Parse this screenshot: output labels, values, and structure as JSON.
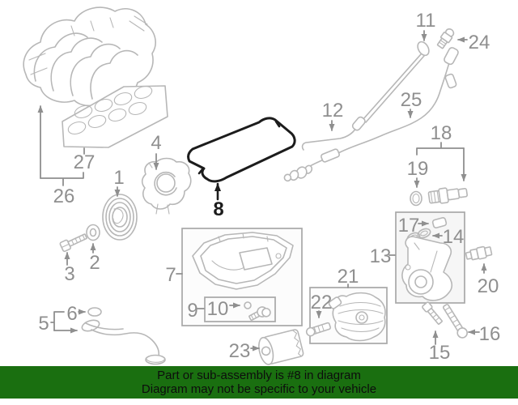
{
  "banner": {
    "line1": "Part or sub-assembly is #8 in diagram",
    "line2": "Diagram may not be specific to your vehicle"
  },
  "highlighted_callout": "8",
  "callouts": [
    "1",
    "2",
    "3",
    "4",
    "5",
    "6",
    "7",
    "8",
    "9",
    "10",
    "11",
    "12",
    "13",
    "14",
    "15",
    "16",
    "17",
    "18",
    "19",
    "20",
    "21",
    "22",
    "23",
    "24",
    "25",
    "26",
    "27"
  ],
  "colors": {
    "banner_bg": "#1a6f10",
    "banner_text": "#0d0d0d",
    "line_gray": "#b7b7b7",
    "label_gray": "#8f8f8f",
    "box_stroke": "#a8a8a8",
    "highlight": "#1c1c1c"
  }
}
